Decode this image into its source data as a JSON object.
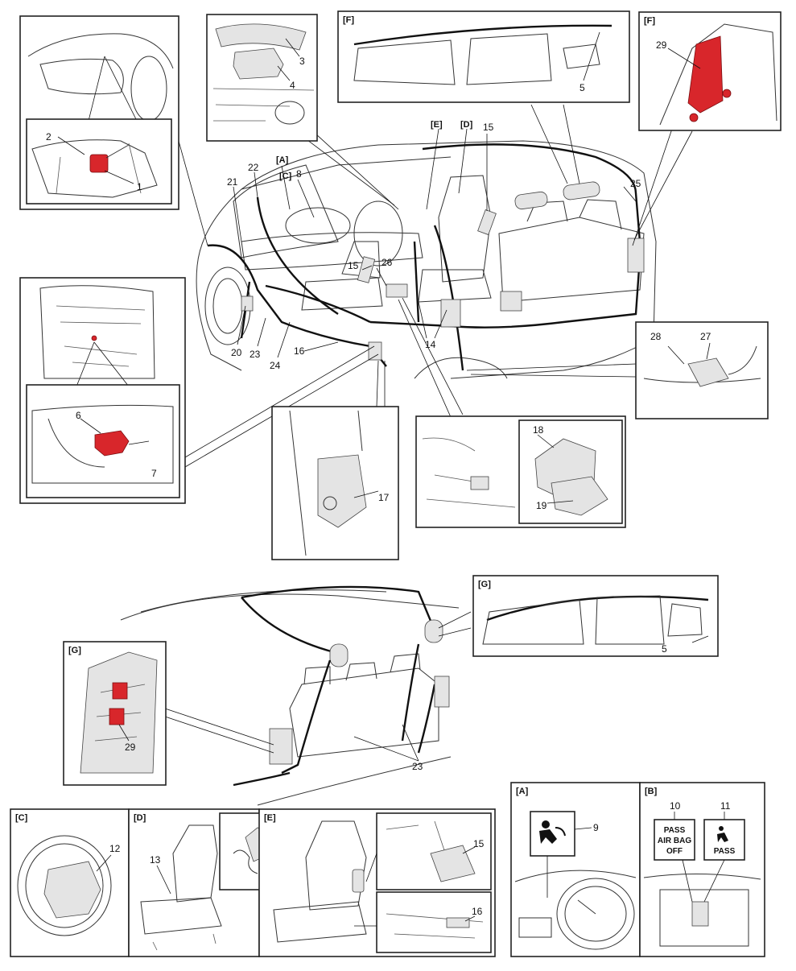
{
  "colors": {
    "highlight": "#d8262b",
    "line": "#222222",
    "panel_bg": "#ffffff"
  },
  "panel_tags": {
    "A": "[A]",
    "B": "[B]",
    "C": "[C]",
    "D": "[D]",
    "E": "[E]",
    "F": "[F]",
    "G": "[G]"
  },
  "callouts": {
    "n1": "1",
    "n2": "2",
    "n3": "3",
    "n4": "4",
    "n5": "5",
    "n6": "6",
    "n7": "7",
    "n8": "8",
    "n9": "9",
    "n10": "10",
    "n11": "11",
    "n12": "12",
    "n13": "13",
    "n14": "14",
    "n15": "15",
    "n16": "16",
    "n17": "17",
    "n18": "18",
    "n19": "19",
    "n20": "20",
    "n21": "21",
    "n22": "22",
    "n23": "23",
    "n24": "24",
    "n25": "25",
    "n26": "26",
    "n27": "27",
    "n28": "28",
    "n29": "29"
  },
  "indicators": {
    "pass_off_line1": "PASS",
    "pass_off_line2": "AIR BAG",
    "pass_off_line3": "OFF",
    "pass_on_line": "PASS"
  }
}
